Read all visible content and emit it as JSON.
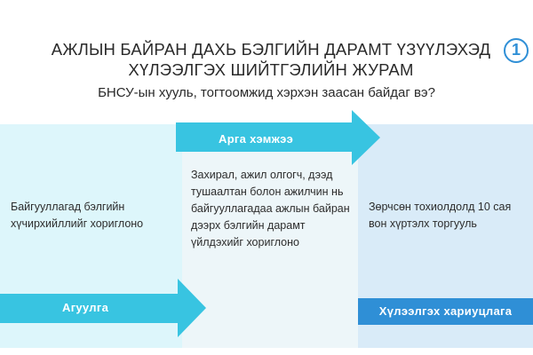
{
  "header": {
    "title_line1": "АЖЛЫН БАЙРАН ДАХЬ БЭЛГИЙН ДАРАМТ ҮЗҮҮЛЭХЭД",
    "title_line2": "ХҮЛЭЭЛГЭХ ШИЙТГЭЛИЙН ЖУРАМ",
    "badge": "1",
    "subtitle": "БНСУ-ын хууль, тогтоомжид хэрхэн заасан байдаг вэ?"
  },
  "columns": [
    {
      "text": "Байгууллагад бэлгийн хүчирхийллийг хориглоно"
    },
    {
      "text": "Захирал, ажил олгогч, дээд тушаалтан болон ажилчин нь байгууллагадаа ажлын байран дээрх бэлгийн дарамт үйлдэхийг хориглоно"
    },
    {
      "text": "Зөрчсөн тохиолдолд 10 сая вон хүртэлх торгууль"
    }
  ],
  "arrows": {
    "measures": "Арга хэмжээ",
    "content": "Агуулга",
    "liability": "Хүлээлгэх хариуцлага"
  },
  "colors": {
    "arrow_light": "#38c4e1",
    "arrow_dark": "#2f8fd6",
    "panel_1": "#ddf6fb",
    "panel_2": "#edf6f9",
    "panel_3": "#d9ebf8"
  }
}
